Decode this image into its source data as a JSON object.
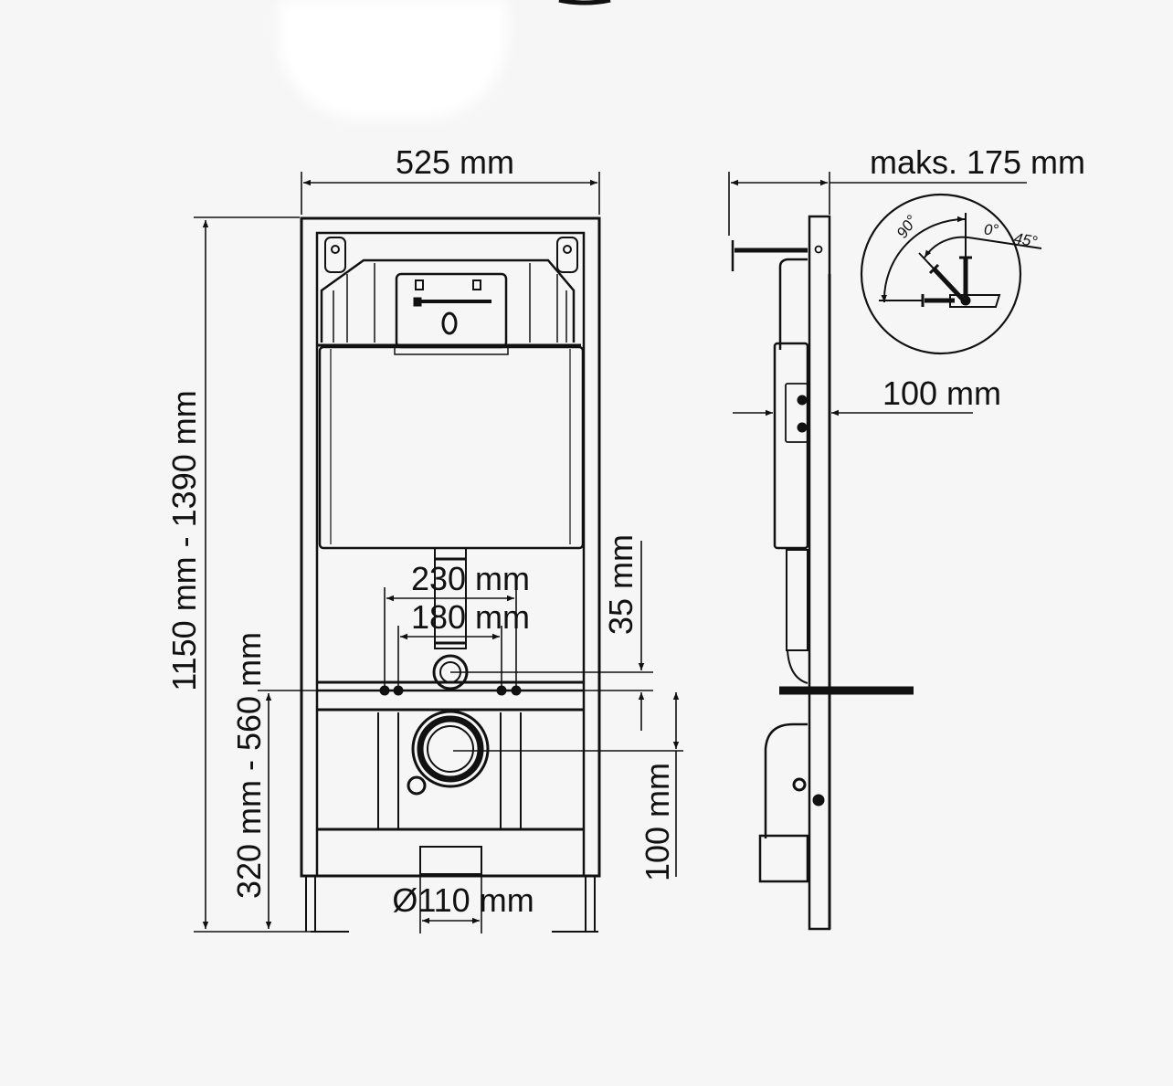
{
  "drawing": {
    "title": "Wall-hung WC installation frame – technical dimensions",
    "background_color": "#f6f6f6",
    "line_color": "#111111",
    "front_view": {
      "width_label": "525 mm",
      "height_label": "1150 mm - 1390 mm",
      "outlet_height_label": "320 mm - 560 mm",
      "fixing_outer_label": "230 mm",
      "fixing_inner_label": "180 mm",
      "flush_offset_label": "35 mm",
      "bowl_offset_label": "100 mm",
      "drain_diameter_label": "Ø110 mm"
    },
    "side_view": {
      "depth_label": "maks. 175 mm",
      "thickness_label": "100 mm"
    },
    "angle_detail": {
      "angle_90_label": "90°",
      "angle_0_label": "0°",
      "angle_45_label": "45°"
    }
  }
}
